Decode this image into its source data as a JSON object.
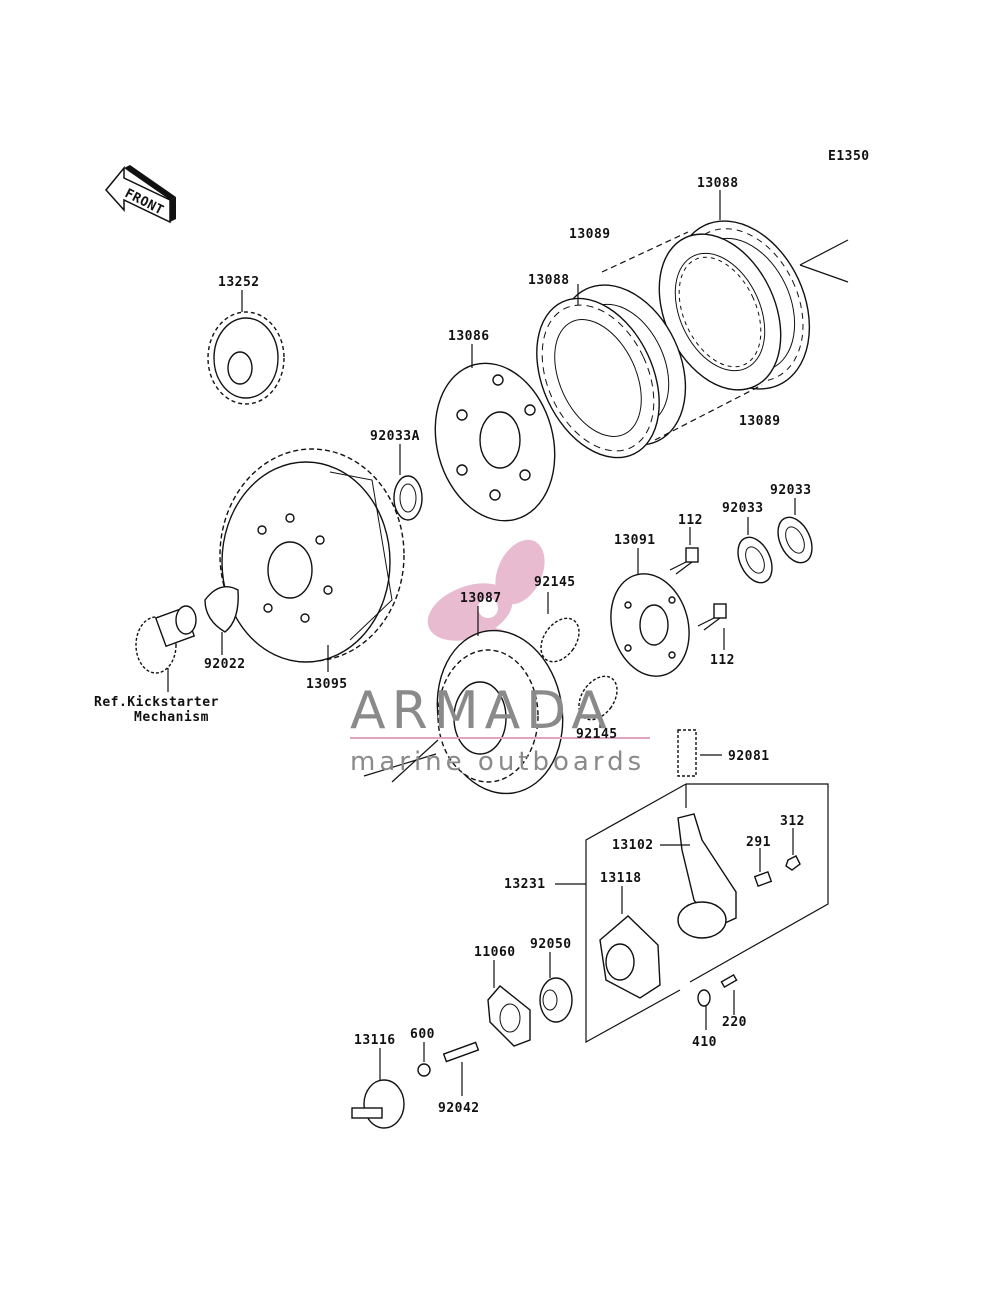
{
  "diagram_code": "E1350",
  "front_label": "FRONT",
  "labels": {
    "p13088_top": "13088",
    "p13089_top": "13089",
    "p13088_mid": "13088",
    "p13089_bottom": "13089",
    "p13252": "13252",
    "p13086": "13086",
    "p92033A": "92033A",
    "p92033_a": "92033",
    "p92033_b": "92033",
    "p112_a": "112",
    "p112_b": "112",
    "p13091": "13091",
    "p92145_a": "92145",
    "p92145_b": "92145",
    "p13087": "13087",
    "p92022": "92022",
    "p13095": "13095",
    "p92081": "92081",
    "p312": "312",
    "p291": "291",
    "p13102": "13102",
    "p13231": "13231",
    "p13118": "13118",
    "p11060": "11060",
    "p92050": "92050",
    "p220": "220",
    "p410": "410",
    "p13116": "13116",
    "p600": "600",
    "p92042": "92042"
  },
  "kickstarter_ref": {
    "line1": "Ref.Kickstarter",
    "line2": "Mechanism"
  },
  "watermark": {
    "brand": "ARMADA",
    "tagline": "marine outboards",
    "logo_color": "#e0a3c0",
    "text_color": "#8a8a8a"
  }
}
